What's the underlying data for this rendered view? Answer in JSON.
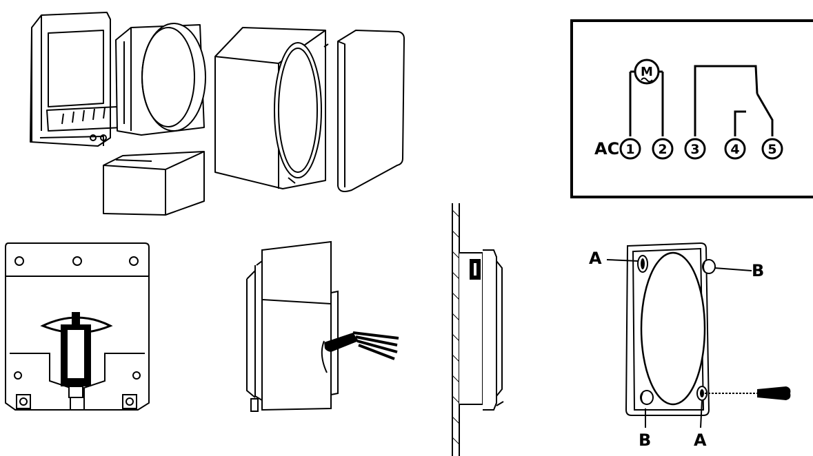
{
  "wiring": {
    "supply_label": "AC",
    "terminals": [
      "1",
      "2",
      "3",
      "4",
      "5"
    ],
    "motor_symbol": "M"
  },
  "mounting": {
    "screw_labels": {
      "a_top": "A",
      "b_top": "B",
      "b_bottom": "B",
      "a_bottom": "A"
    }
  },
  "colors": {
    "line": "#000000",
    "panel_gray": "#f2f2f2",
    "background": "#ffffff"
  }
}
